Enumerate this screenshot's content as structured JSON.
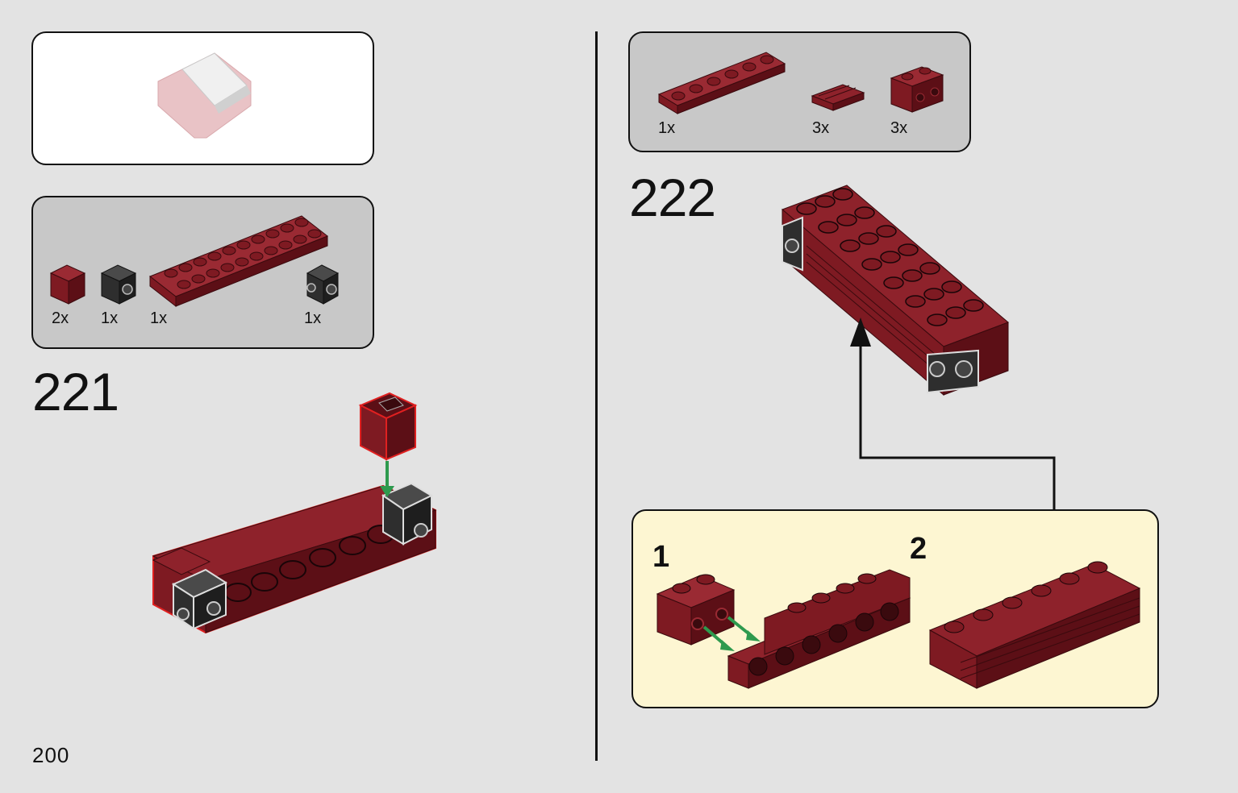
{
  "page": {
    "number": "200"
  },
  "steps": [
    {
      "number": "221",
      "parts": [
        {
          "qty": "2x",
          "part": "red-1x1-brick"
        },
        {
          "qty": "1x",
          "part": "black-1x1-brick-with-studs-on-side"
        },
        {
          "qty": "1x",
          "part": "red-2x10-plate"
        },
        {
          "qty": "1x",
          "part": "black-1x1-brick-with-studs-on-sides"
        }
      ]
    },
    {
      "number": "222",
      "parts": [
        {
          "qty": "1x",
          "part": "red-1x6-plate"
        },
        {
          "qty": "3x",
          "part": "red-1x2-grille-tile"
        },
        {
          "qty": "3x",
          "part": "red-1x2-brick-with-side-studs"
        }
      ],
      "substeps": [
        {
          "number": "1"
        },
        {
          "number": "2"
        }
      ]
    }
  ],
  "colors": {
    "brick_red": "#7e1a22",
    "brick_red_dark": "#5c0f16",
    "brick_black": "#2e2e2e",
    "arrow_green": "#2e9a4e",
    "callout_bg": "#fdf6d2"
  }
}
